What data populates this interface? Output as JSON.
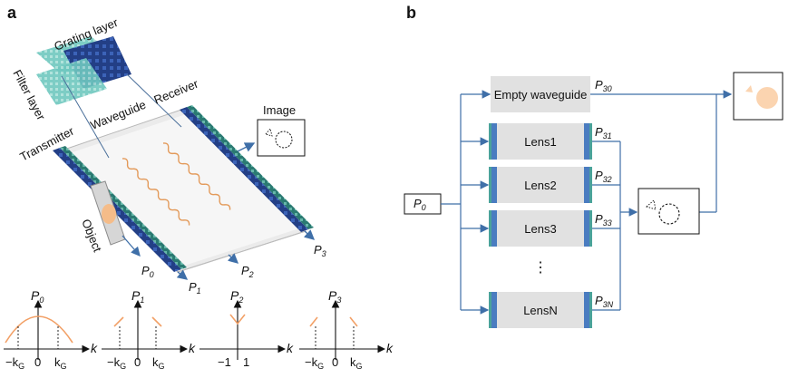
{
  "panel_a": {
    "letter": "a",
    "labels": {
      "grating": "Grating layer",
      "filter": "Filter layer",
      "transmitter": "Transmitter",
      "waveguide": "Waveguide",
      "receiver": "Receiver",
      "image": "Image",
      "object": "Object"
    },
    "ports": {
      "p0": {
        "sym": "P",
        "sub": "0"
      },
      "p1": {
        "sym": "P",
        "sub": "1"
      },
      "p2": {
        "sym": "P",
        "sub": "2"
      },
      "p3": {
        "sym": "P",
        "sub": "3"
      }
    },
    "plots": {
      "p0": {
        "sym": "P",
        "sub": "0",
        "xvar": "k",
        "ticks": [
          "−k",
          "0",
          "k"
        ],
        "tick_sub": "G"
      },
      "p1": {
        "sym": "P",
        "sub": "1",
        "xvar": "k",
        "ticks": [
          "−k",
          "0",
          "k"
        ],
        "tick_sub": "G"
      },
      "p2": {
        "sym": "P",
        "sub": "2",
        "xvar": "k",
        "ticks": [
          "−1",
          "1"
        ]
      },
      "p3": {
        "sym": "P",
        "sub": "3",
        "xvar": "k",
        "ticks": [
          "−k",
          "0",
          "k"
        ],
        "tick_sub": "G"
      }
    }
  },
  "panel_b": {
    "letter": "b",
    "input": {
      "sym": "P",
      "sub": "0"
    },
    "empty_waveguide": "Empty waveguide",
    "lenses": [
      "Lens1",
      "Lens2",
      "Lens3",
      "LensN"
    ],
    "ellipsis": "⋮",
    "outputs": [
      {
        "sym": "P",
        "sub": "30"
      },
      {
        "sym": "P",
        "sub": "31"
      },
      {
        "sym": "P",
        "sub": "32"
      },
      {
        "sym": "P",
        "sub": "33"
      },
      {
        "sym": "P",
        "sub": "3N"
      }
    ]
  },
  "colors": {
    "orange": "#f2a066",
    "orange_fill": "#fbd4b0",
    "arrow_blue": "#3f6fa8",
    "box_gray": "#e1e1e1",
    "lens_blue": "#4a7cc0",
    "lens_teal": "#4aa39a"
  }
}
